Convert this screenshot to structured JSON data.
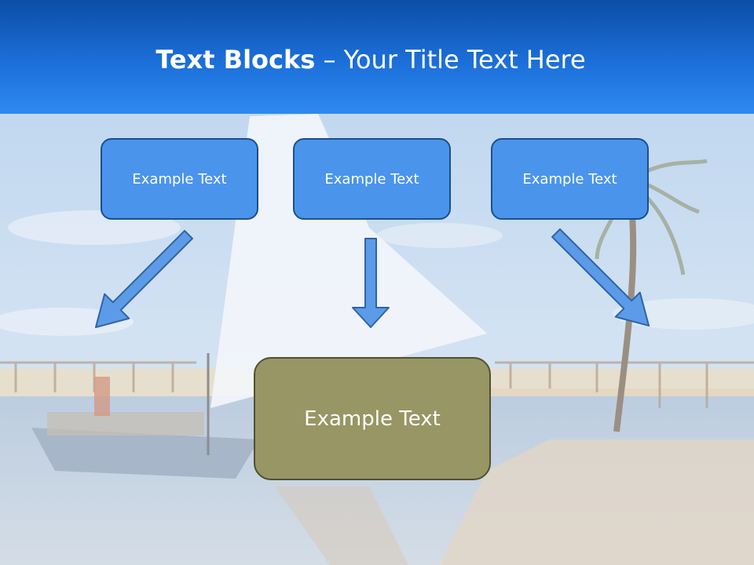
{
  "slide": {
    "title_bold": "Text Blocks",
    "title_dash": " – ",
    "title_rest": "Your Title Text Here"
  },
  "blocks": {
    "top": [
      "Example Text",
      "Example Text",
      "Example Text"
    ],
    "bottom": "Example Text"
  },
  "colors": {
    "header_top": "#0b4ea6",
    "header_bottom": "#2d8af0",
    "top_box_fill": "#4a94ec",
    "top_box_border": "#1b4f8e",
    "bottom_box_fill": "#979664",
    "bottom_box_border": "#505033",
    "arrow_fill": "#5b9be8",
    "arrow_stroke": "#2f63a6"
  }
}
